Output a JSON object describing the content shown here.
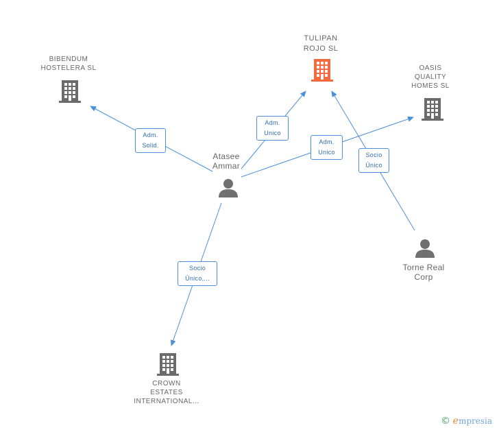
{
  "colors": {
    "edge": "#4a90d9",
    "company_default": "#6b6b6b",
    "company_highlight": "#f26a3d",
    "person": "#707070"
  },
  "nodes": {
    "bibendum": {
      "label": "BIBENDUM\nHOSTELERA SL",
      "icon": "building-icon"
    },
    "tulipan": {
      "label": "TULIPAN\nROJO SL",
      "icon": "building-icon",
      "highlight": true
    },
    "oasis": {
      "label": "OASIS\nQUALITY\nHOMES SL",
      "icon": "building-icon"
    },
    "atasee": {
      "label": "Atasee\nAmmar",
      "icon": "person-icon"
    },
    "torne": {
      "label": "Torne Real\nCorp",
      "icon": "person-icon"
    },
    "crown": {
      "label": "CROWN\nESTATES\nINTERNATIONAL...",
      "icon": "building-icon"
    }
  },
  "edges": {
    "atasee_bibendum": "Adm.\nSolid.",
    "atasee_tulipan": "Adm.\nUnico",
    "atasee_oasis": "Adm.\nUnico",
    "torne_tulipan": "Socio\nÚnico",
    "atasee_crown": "Socio\nÚnico,..."
  },
  "brand": {
    "copyright": "©",
    "e": "e",
    "name": "mpresia"
  }
}
